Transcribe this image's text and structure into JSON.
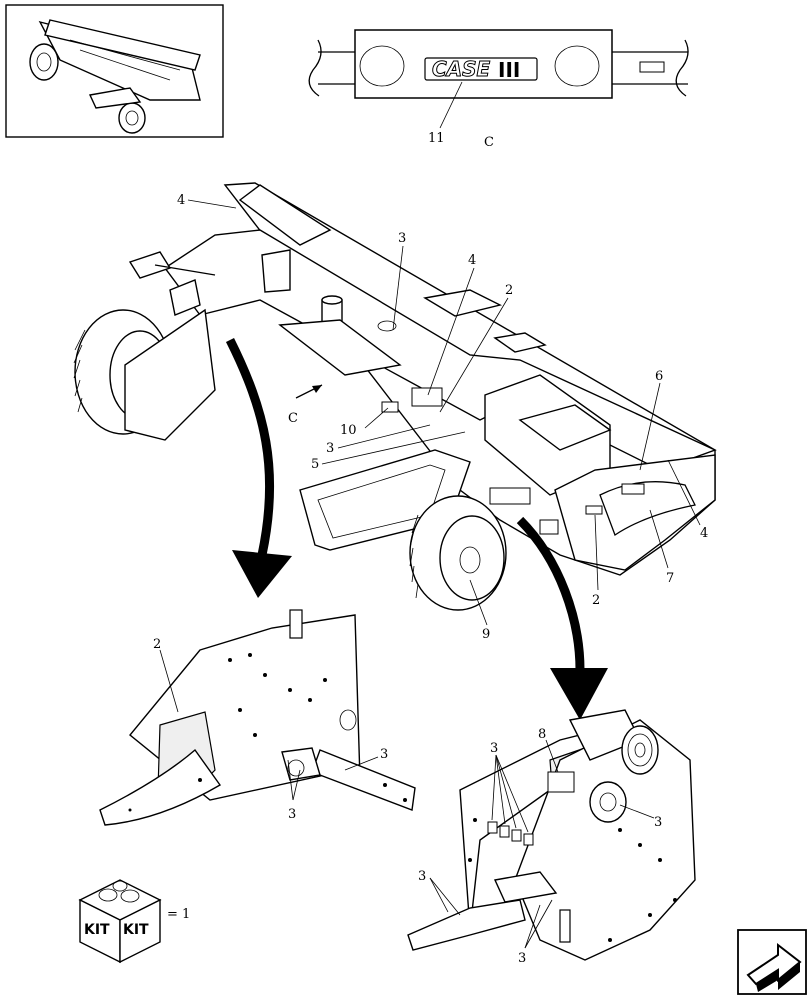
{
  "brand": {
    "logo_text": "CASE",
    "logo_mark": "III"
  },
  "views": {
    "detail_c": "C",
    "detail_c_main": "C"
  },
  "kit": {
    "label_left": "KIT",
    "label_right": "KIT",
    "equals_value": "= 1"
  },
  "callouts": {
    "c11": "11",
    "c4a": "4",
    "c3a": "3",
    "c4b": "4",
    "c2a": "2",
    "c10": "10",
    "c3b": "3",
    "c5": "5",
    "c6": "6",
    "c4c": "4",
    "c7": "7",
    "c2b": "2",
    "c9": "9",
    "c2c": "2",
    "c3c": "3",
    "c3d": "3",
    "c8": "8",
    "c3e": "3",
    "c3f": "3",
    "c3g": "3",
    "c3h": "3"
  },
  "icons": {
    "nav": "next-page-arrow-icon",
    "kit": "kit-box-icon",
    "thumbnail": "machine-overview-thumbnail"
  }
}
